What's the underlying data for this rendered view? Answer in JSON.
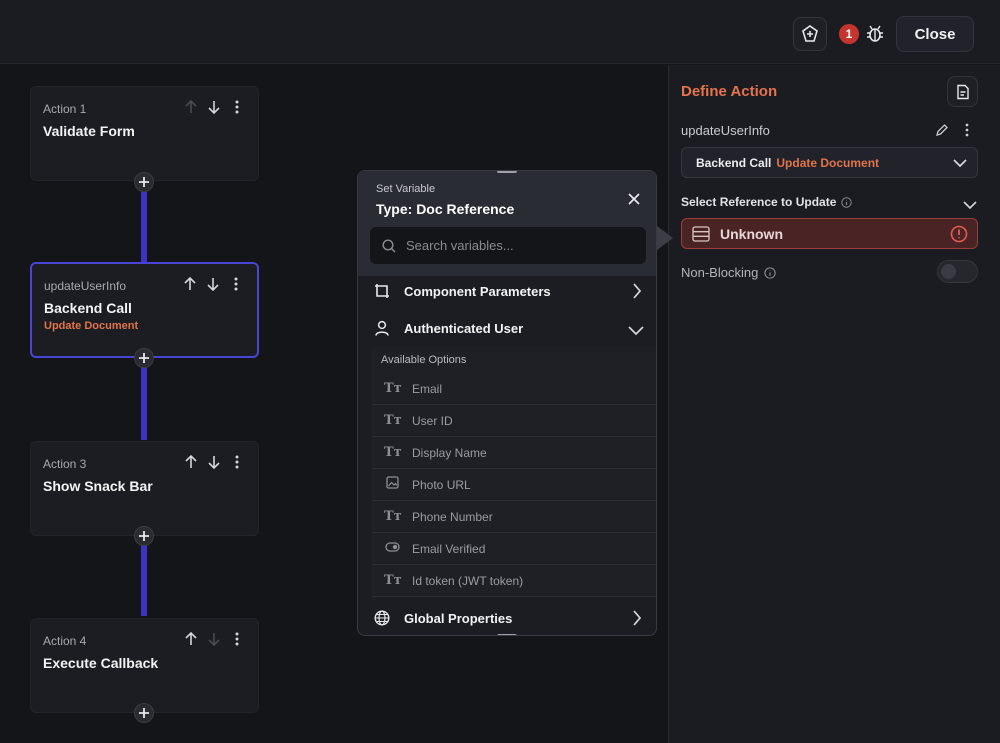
{
  "topbar": {
    "error_count": "1",
    "close_label": "Close",
    "icons": [
      "flutter-logo-icon",
      "bug-icon"
    ]
  },
  "actions": [
    {
      "sub": "Action 1",
      "title": "Validate Form",
      "tag": ""
    },
    {
      "sub": "updateUserInfo",
      "title": "Backend Call",
      "tag": "Update Document"
    },
    {
      "sub": "Action 3",
      "title": "Show Snack Bar",
      "tag": ""
    },
    {
      "sub": "Action 4",
      "title": "Execute Callback",
      "tag": ""
    }
  ],
  "popup": {
    "subtitle": "Set Variable",
    "title": "Type: Doc Reference",
    "search_placeholder": "Search variables...",
    "groups": {
      "component_parameters": "Component Parameters",
      "authenticated_user": "Authenticated User",
      "global_properties": "Global Properties"
    },
    "available_label": "Available Options",
    "options": [
      {
        "label": "Email",
        "icon": "text-type-icon"
      },
      {
        "label": "User ID",
        "icon": "text-type-icon"
      },
      {
        "label": "Display Name",
        "icon": "text-type-icon"
      },
      {
        "label": "Photo URL",
        "icon": "image-icon"
      },
      {
        "label": "Phone Number",
        "icon": "text-type-icon"
      },
      {
        "label": "Email Verified",
        "icon": "toggle-icon"
      },
      {
        "label": "Id token (JWT token)",
        "icon": "text-type-icon"
      }
    ]
  },
  "panel": {
    "title": "Define Action",
    "action_name": "updateUserInfo",
    "dropdown_type": "Backend Call",
    "dropdown_value": "Update Document",
    "select_label": "Select Reference to Update",
    "reference_value": "Unknown",
    "non_blocking_label": "Non-Blocking"
  },
  "colors": {
    "accent_orange": "#e5734c",
    "connector_purple": "#3b33c4",
    "error_red": "#c4362d"
  }
}
